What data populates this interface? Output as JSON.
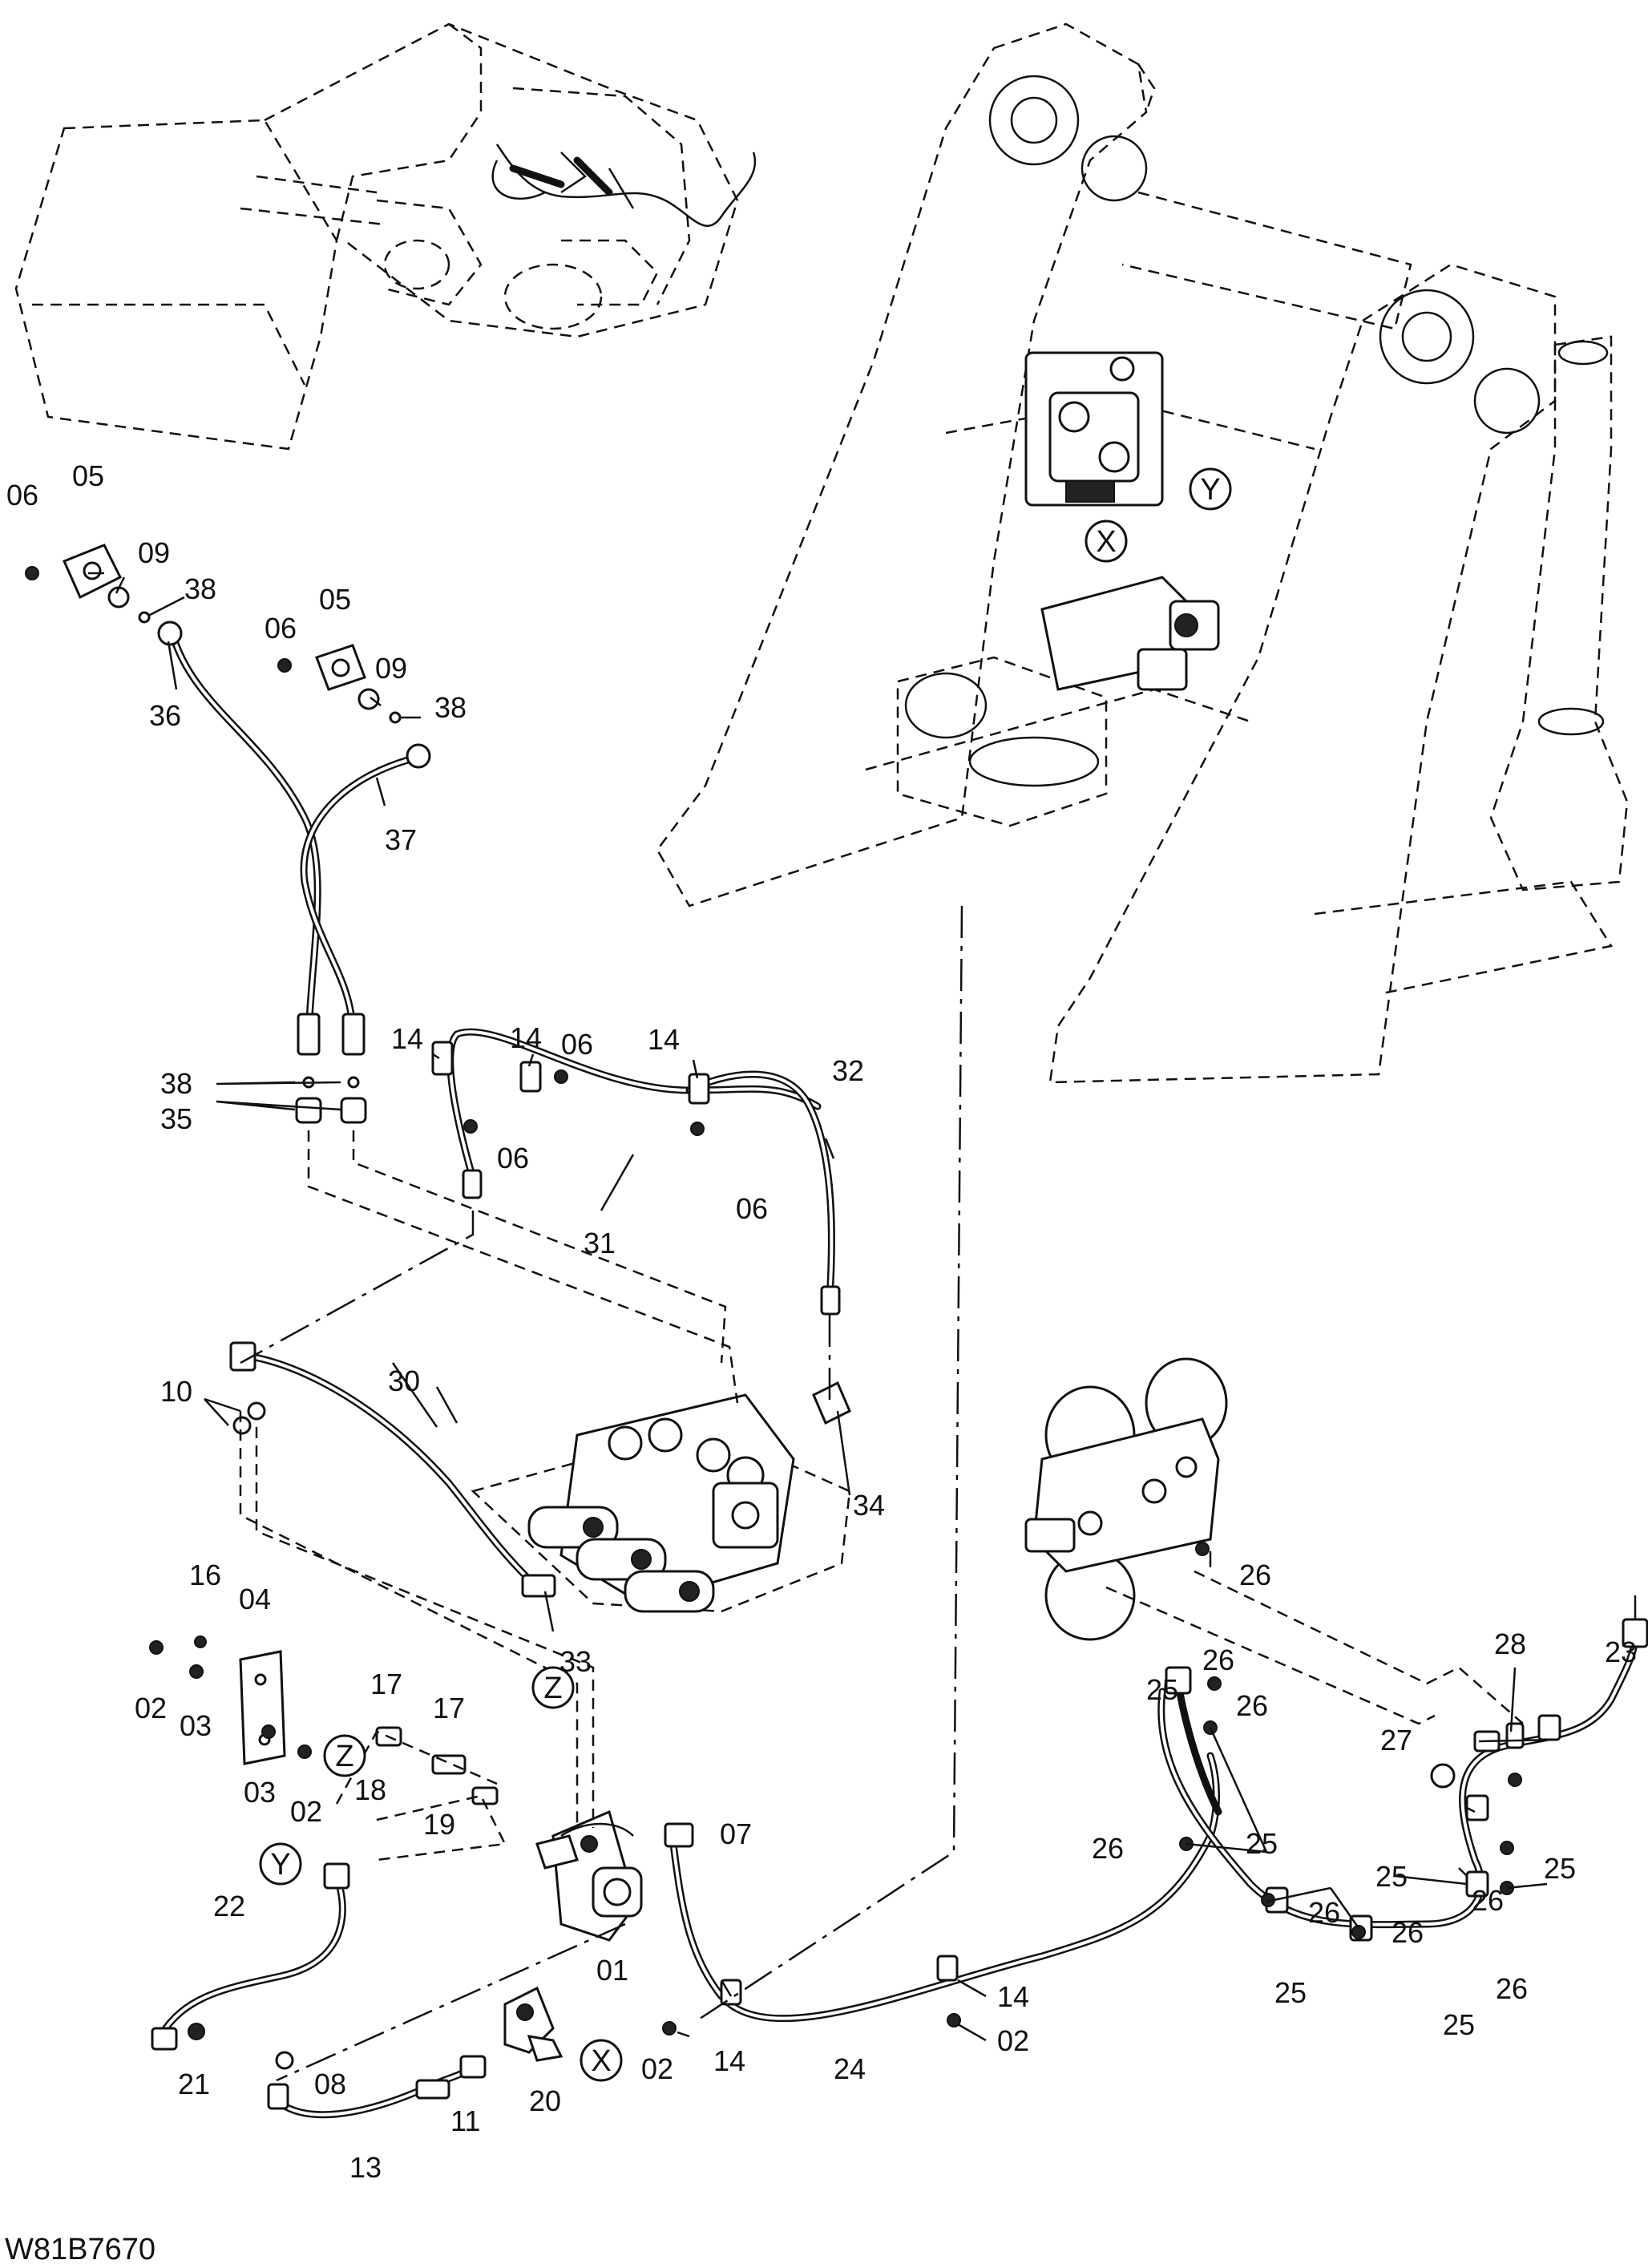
{
  "drawing_code": "W81B7670",
  "view_markers": {
    "x": "X",
    "y": "Y",
    "z": "Z"
  },
  "part_labels": {
    "p01": "01",
    "p02": "02",
    "p03": "03",
    "p04": "04",
    "p05": "05",
    "p06": "06",
    "p07": "07",
    "p08": "08",
    "p09": "09",
    "p10": "10",
    "p11": "11",
    "p13": "13",
    "p14": "14",
    "p16": "16",
    "p17": "17",
    "p18": "18",
    "p19": "19",
    "p20": "20",
    "p21": "21",
    "p22": "22",
    "p23": "23",
    "p24": "24",
    "p25": "25",
    "p26": "26",
    "p27": "27",
    "p28": "28",
    "p30": "30",
    "p31": "31",
    "p32": "32",
    "p33": "33",
    "p34": "34",
    "p35": "35",
    "p36": "36",
    "p37": "37",
    "p38": "38"
  }
}
